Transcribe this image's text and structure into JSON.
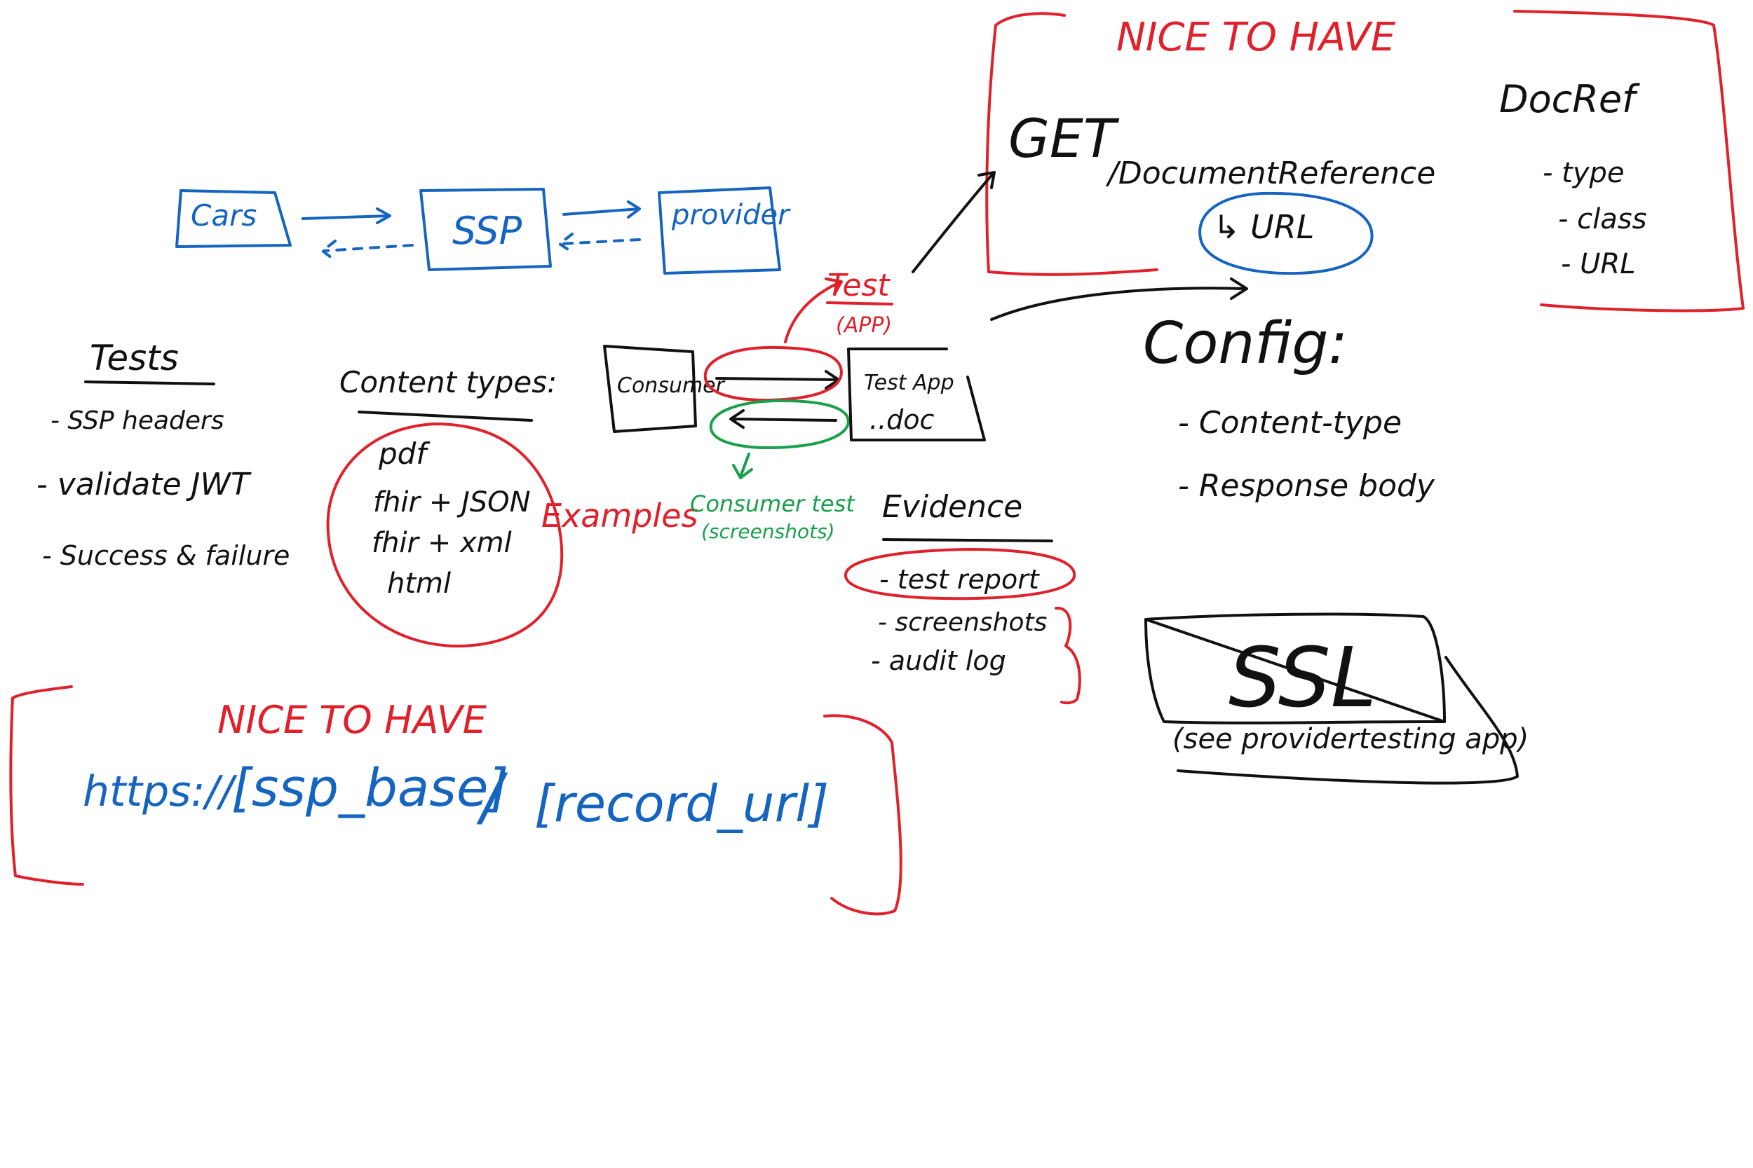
{
  "colors": {
    "blue": "#1565c0",
    "red": "#e0202a",
    "green": "#18a04a",
    "black": "#111111",
    "background": "#ffffff"
  },
  "flow": {
    "cars": "Cars",
    "ssp": "SSP",
    "provider": "provider"
  },
  "tests": {
    "heading": "Tests",
    "items": [
      "- SSP headers",
      "- validate JWT",
      "- Success & failure"
    ]
  },
  "content_types": {
    "heading": "Content types:",
    "items": [
      "pdf",
      "fhir + JSON",
      "fhir + xml",
      "html"
    ],
    "examples_label": "Examples"
  },
  "consumer_box": {
    "label": "Consumer"
  },
  "test_app_box": {
    "line1": "Test App",
    "line2": "..doc"
  },
  "test_app_annotation": {
    "title": "Test",
    "subtitle": "(APP)"
  },
  "consumer_test": {
    "line1": "Consumer test",
    "line2": "(screenshots)"
  },
  "evidence": {
    "heading": "Evidence",
    "items": [
      "- test report",
      "- screenshots",
      "- audit log"
    ]
  },
  "nice_to_have_top": {
    "title": "NICE TO HAVE",
    "get_prefix": "GET",
    "get_path": "/DocumentReference",
    "url_label": "↳ URL",
    "docref": {
      "heading": "DocRef",
      "items": [
        "- type",
        "- class",
        "- URL"
      ]
    }
  },
  "config": {
    "heading": "Config:",
    "items": [
      "- Content-type",
      "- Response body"
    ]
  },
  "ssl": {
    "title": "SSL",
    "note": "(see providertesting app)"
  },
  "nice_to_have_bottom": {
    "title": "NICE TO HAVE",
    "url_scheme": "https://",
    "url_base": "[ssp_base]",
    "url_sep": "/",
    "url_record": "[record_url]"
  }
}
